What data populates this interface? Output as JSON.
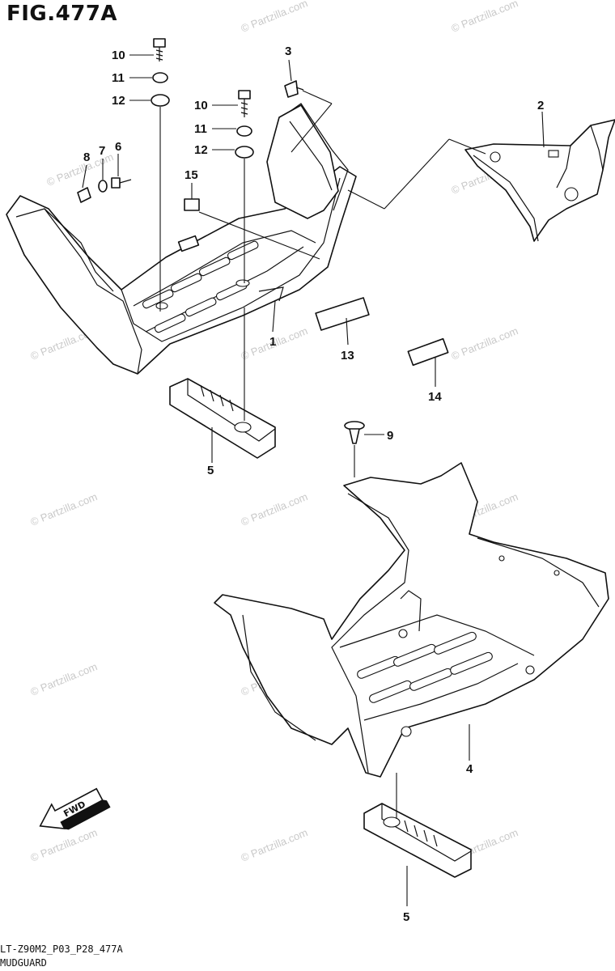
{
  "figure": {
    "title": "FIG.477A",
    "model_code": "LT-Z90M2_P03_P28_477A",
    "caption": "MUDGUARD",
    "watermark": "© Partzilla.com",
    "fwd_label": "FWD"
  },
  "callouts": [
    "10",
    "11",
    "12",
    "10",
    "11",
    "12",
    "8",
    "7",
    "6",
    "15",
    "3",
    "2",
    "1",
    "13",
    "14",
    "9",
    "5",
    "4",
    "5"
  ]
}
